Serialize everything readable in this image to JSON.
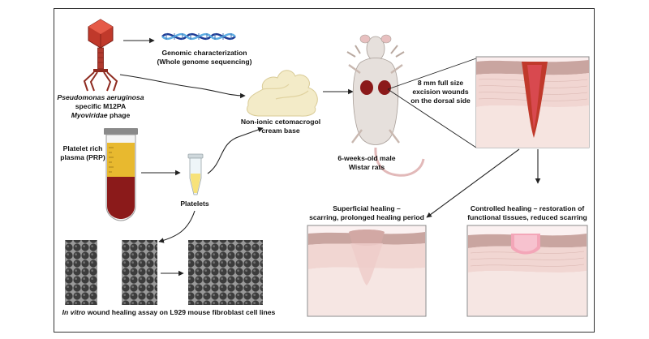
{
  "labels": {
    "genomic_line1": "Genomic characterization",
    "genomic_line2": "(Whole genome sequencing)",
    "phage_line1": "Pseudomonas aeruginosa",
    "phage_line2": "specific M12PA",
    "phage_line3_italic": "Myoviridae",
    "phage_line3_rest": " phage",
    "cream_line1": "Non-ionic cetomacrogol",
    "cream_line2": "cream base",
    "prp_line1": "Platelet rich",
    "prp_line2": "plasma (PRP)",
    "platelets": "Platelets",
    "rats_line1": "6-weeks-old male",
    "rats_line2": "Wistar rats",
    "wound_line1": "8 mm full size",
    "wound_line2": "excision wounds",
    "wound_line3": "on the dorsal side",
    "superficial_line1": "Superficial healing –",
    "superficial_line2": "scarring, prolonged healing period",
    "controlled_line1": "Controlled healing – restoration of",
    "controlled_line2": "functional tissues, reduced scarring",
    "assay_italic": "In vitro",
    "assay_rest": " wound healing assay on L929 mouse fibroblast cell lines"
  },
  "colors": {
    "phage": "#c0392b",
    "dna_dark": "#1f3a93",
    "dna_light": "#5dade2",
    "cream": "#f3ebc8",
    "blood": "#8b1a1a",
    "plasma": "#e8b92f",
    "wound": "#c0392b",
    "skin": "#f2d4d0",
    "cells": "#555555"
  }
}
